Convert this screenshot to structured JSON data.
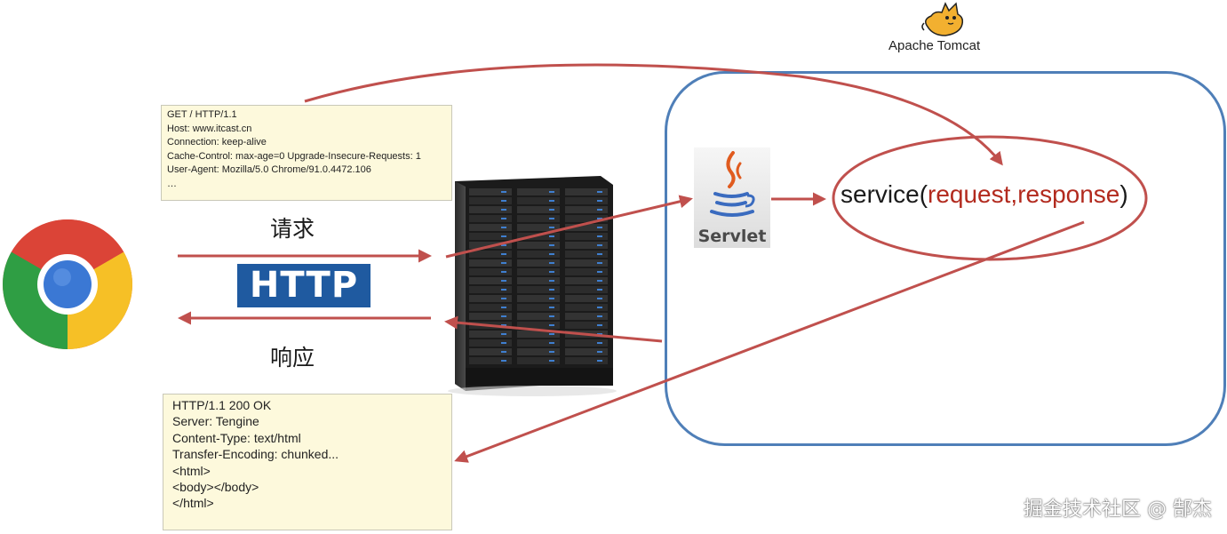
{
  "request_note": {
    "lines": [
      "GET / HTTP/1.1",
      "Host: www.itcast.cn",
      "Connection: keep-alive",
      "Cache-Control: max-age=0 Upgrade-Insecure-Requests: 1",
      "User-Agent: Mozilla/5.0 Chrome/91.0.4472.106",
      "…"
    ]
  },
  "response_note": {
    "lines": [
      "HTTP/1.1 200 OK",
      "Server: Tengine",
      "Content-Type: text/html",
      "Transfer-Encoding: chunked...",
      "",
      "<html>",
      "<body></body>",
      "</html>"
    ]
  },
  "labels": {
    "request": "请求",
    "response": "响应",
    "http_logo": "HTTP",
    "tomcat": "Apache Tomcat",
    "servlet": "Servlet",
    "service_prefix": "service(",
    "service_params": "request,response",
    "service_suffix": ")",
    "watermark": "掘金技术社区 @ 郜杰"
  },
  "colors": {
    "arrow": "#c0504d",
    "tomcat_border": "#4f7fb8",
    "params": "#b22a1e",
    "http_logo_bg": "#1f5aa0"
  },
  "icons": [
    "chrome-icon",
    "server-rack-icon",
    "tomcat-cat-icon",
    "java-cup-icon"
  ]
}
